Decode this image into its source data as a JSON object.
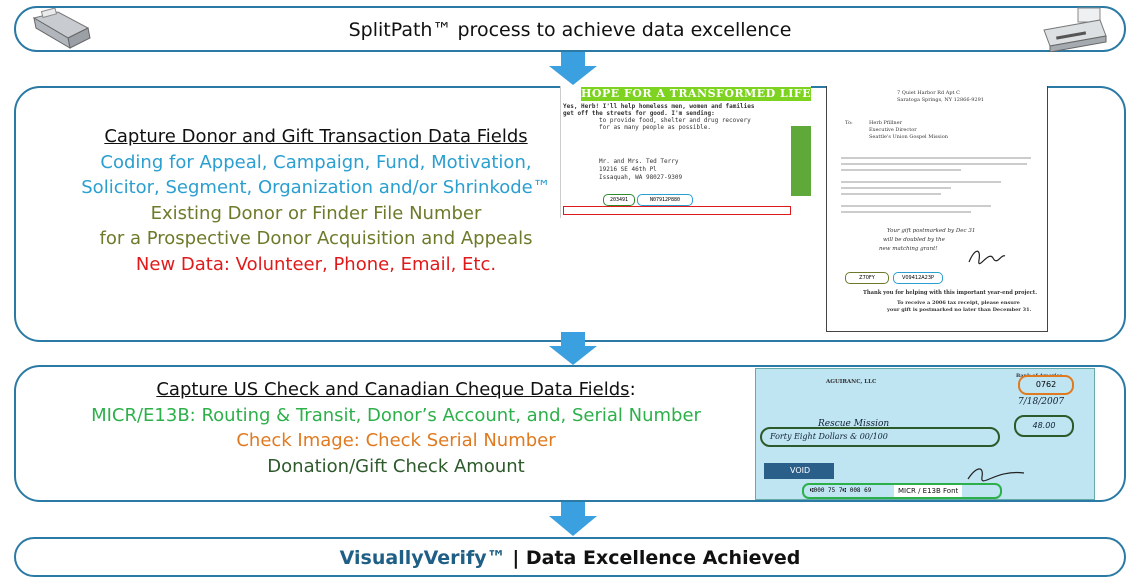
{
  "header": {
    "title": "SplitPath™ process to achieve data excellence"
  },
  "capture_donor": {
    "heading": "Capture Donor and Gift Transaction Data Fields",
    "line1": "Coding for Appeal, Campaign, Fund, Motivation,",
    "line2": "Solicitor, Segment, Organization and/or Shrinkode™",
    "line3": "Existing Donor or Finder File Number",
    "line4": "for a Prospective Donor Acquisition and Appeals",
    "line5": "New Data: Volunteer, Phone, Email, Etc.",
    "mailer_banner": "HOPE FOR A TRANSFORMED LIFE",
    "mailer_text1": "Yes, Herb!  I'll help homeless men, women and families",
    "mailer_text2": "get off the streets for good.  I'm sending:",
    "mailer_text3": "to provide food, shelter and drug recovery",
    "mailer_text4": "for as many people as possible.",
    "mailer_addr1": "Mr. and Mrs. Ted Terry",
    "mailer_addr2": "19216 SE 46th Pl",
    "mailer_addr3": "Issaquah, WA 98027-9309",
    "mailer_code1": "203491",
    "mailer_code2": "N07912P880",
    "letter_addr1": "7 Quiet Harbor Rd Apt C",
    "letter_addr2": "Saratoga Springs, NY 12866-9291",
    "letter_to": "To:",
    "letter_to1": "Herb Pfillner",
    "letter_to2": "Executive Director",
    "letter_to3": "Seattle's Union Gospel Mission",
    "letter_handwriting1": "Your gift postmarked by Dec 31",
    "letter_handwriting2": "will be doubled by the",
    "letter_handwriting3": "new matching grant!",
    "letter_code1": "Z70FY",
    "letter_code2": "V09412A23P",
    "letter_thanks": "Thank you for helping with this important year-end project.",
    "letter_receipt1": "To receive a 2006 tax receipt, please ensure",
    "letter_receipt2": "your gift is postmarked no later than December 31."
  },
  "capture_check": {
    "heading": "Capture US Check and Canadian Cheque Data Fields",
    "heading_suffix": ":",
    "line1": "MICR/E13B: Routing & Transit, Donor’s Account, and, Serial Number",
    "line2": "Check Image: Check Serial Number",
    "line3": "Donation/Gift Check Amount",
    "check_bank": "Bank of America",
    "check_number": "0762",
    "check_name": "AGUIRANC, LLC",
    "check_date": "7/18/2007",
    "check_payee": "Rescue Mission",
    "check_words": "Forty Eight Dollars & 00/100",
    "check_amount": "48.00",
    "check_void": "VOID",
    "check_micr_label": "MICR / E13B Font",
    "check_micr_digits": "⑆000 75 7⑆  008 69"
  },
  "final": {
    "brand": "VisuallyVerify™",
    "separator": " | ",
    "text": "Data Excellence Achieved"
  },
  "colors": {
    "border": "#2a7aa5",
    "arrow": "#3aa0e0",
    "blue_text": "#2a9fd0",
    "olive_text": "#6e7a2a",
    "red_text": "#e01a1a",
    "green_text": "#2db04a",
    "orange_text": "#e07a20",
    "dark_green_text": "#2d5a2a"
  }
}
